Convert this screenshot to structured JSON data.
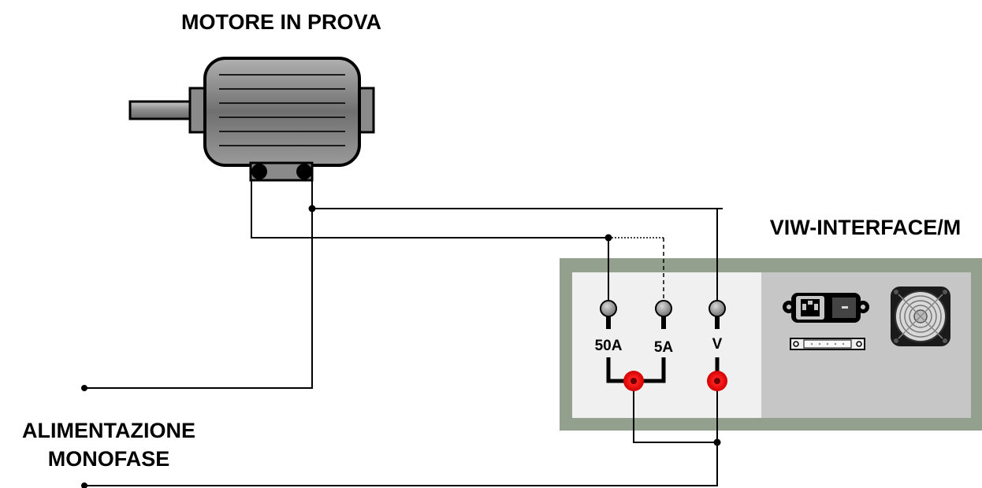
{
  "motor": {
    "title": "MOTORE IN PROVA"
  },
  "device": {
    "title": "VIW-INTERFACE/M"
  },
  "supply": {
    "line1": "ALIMENTAZIONE",
    "line2": "MONOFASE"
  },
  "terminals": {
    "t50a": "50A",
    "t5a": "5A",
    "tv": "V"
  },
  "colors": {
    "wire": "#000000",
    "device_frame": "#93a08e",
    "panel_left": "#f0f0f0",
    "panel_right": "#c6c6c6",
    "red_terminal": "#e00000",
    "motor_body": "#7a7a7a"
  }
}
